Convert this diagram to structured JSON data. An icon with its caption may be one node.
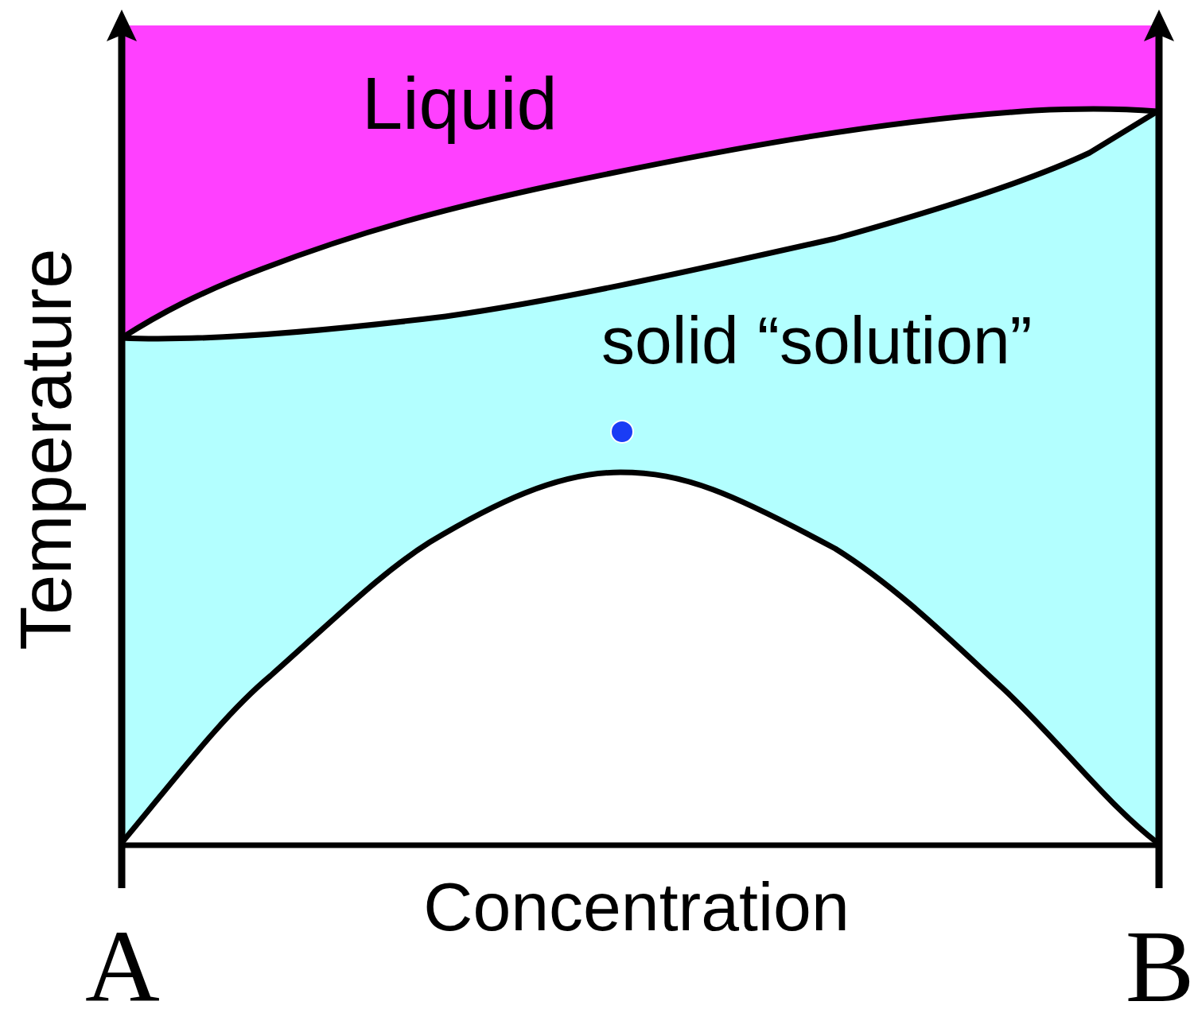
{
  "diagram": {
    "labels": [
      "Liquid",
      "solid “solution”",
      "Temperature",
      "Concentration",
      "A",
      "B"
    ]
  }
}
